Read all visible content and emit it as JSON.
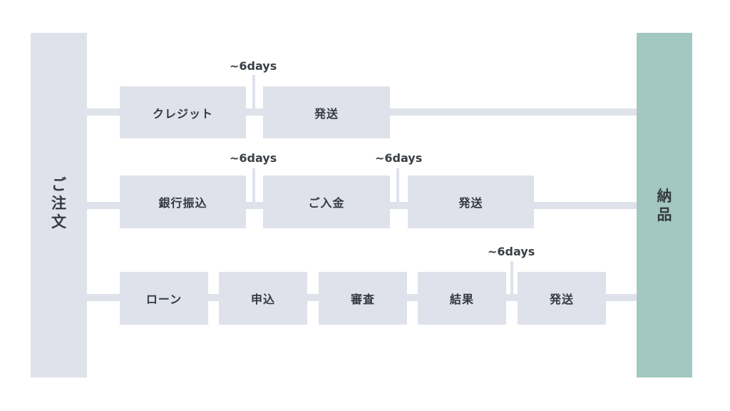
{
  "start": {
    "label": [
      "ご",
      "注",
      "文"
    ]
  },
  "end": {
    "label": [
      "納",
      "品"
    ]
  },
  "rows": [
    {
      "steps": [
        "クレジット",
        "発送"
      ],
      "waits": [
        "~6days"
      ]
    },
    {
      "steps": [
        "銀行振込",
        "ご入金",
        "発送"
      ],
      "waits": [
        "~6days",
        "~6days"
      ]
    },
    {
      "steps": [
        "ローン",
        "申込",
        "審査",
        "結果",
        "発送"
      ],
      "waits": [
        "~6days"
      ]
    }
  ],
  "colors": {
    "box": "#dfe2ea",
    "end_bar": "#a3c7c1",
    "text": "#333a40"
  }
}
